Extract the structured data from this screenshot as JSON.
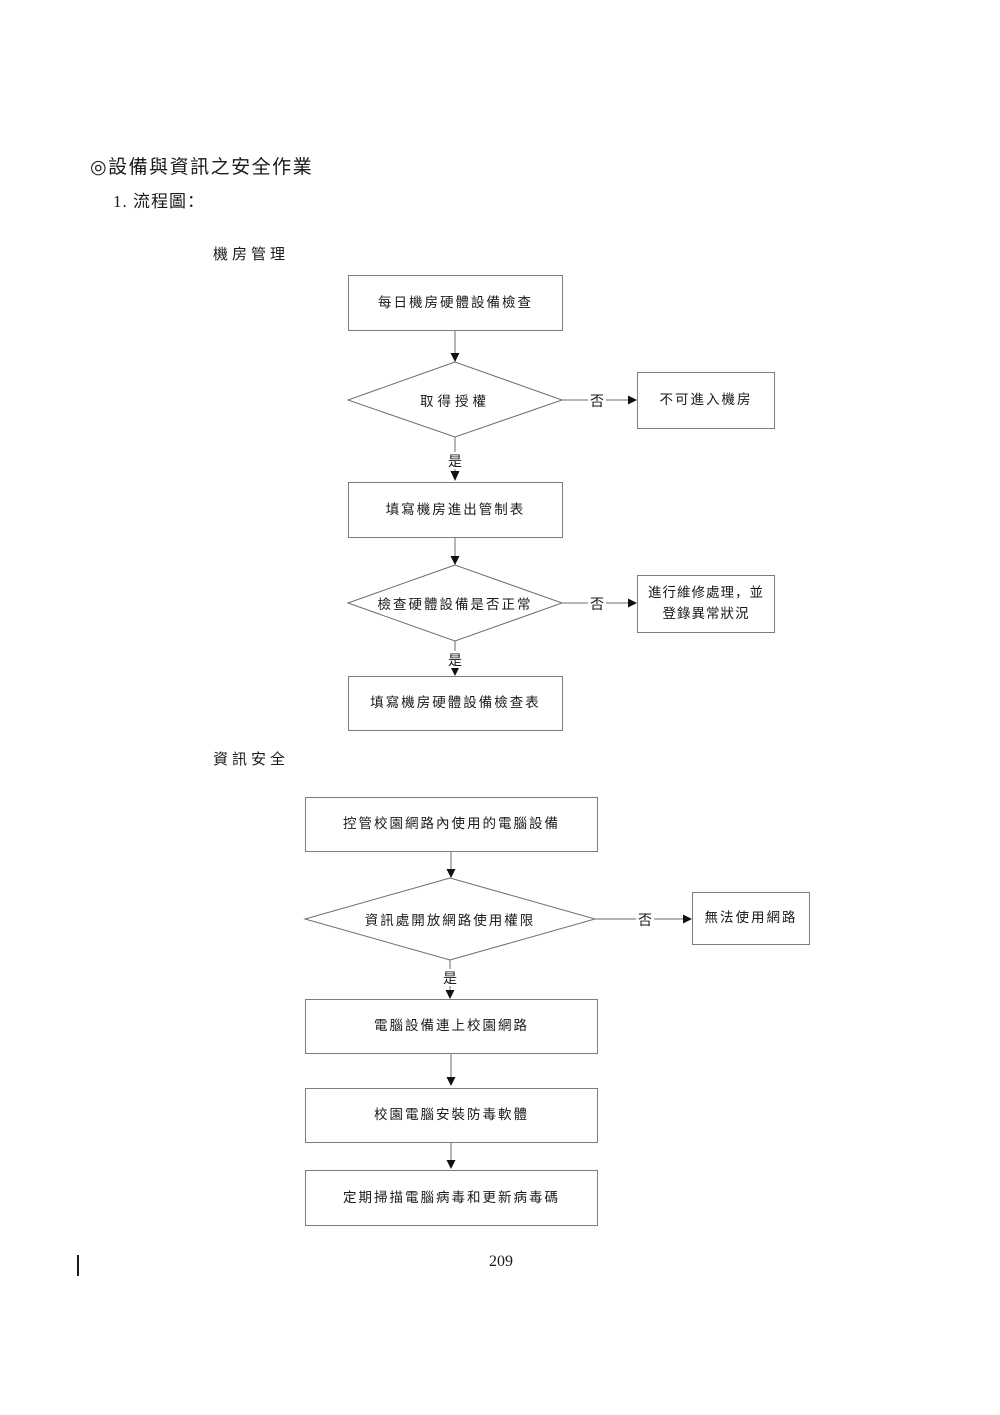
{
  "page": {
    "title": "◎設備與資訊之安全作業",
    "subtitle": "1. 流程圖：",
    "page_number": "209"
  },
  "flowchart": {
    "branch_labels": {
      "yes": "是",
      "no": "否"
    },
    "sections": [
      {
        "label": "機房管理",
        "steps": {
          "box1": "每日機房硬體設備檢查",
          "decision1": "取得授權",
          "decision1_no_result": "不可進入機房",
          "box2": "填寫機房進出管制表",
          "decision2": "檢查硬體設備是否正常",
          "decision2_no_result": "進行維修處理，並登錄異常狀況",
          "box3": "填寫機房硬體設備檢查表"
        }
      },
      {
        "label": "資訊安全",
        "steps": {
          "box1": "控管校園網路內使用的電腦設備",
          "decision1": "資訊處開放網路使用權限",
          "decision1_no_result": "無法使用網路",
          "box2": "電腦設備連上校園網路",
          "box3": "校園電腦安裝防毒軟體",
          "box4": "定期掃描電腦病毒和更新病毒碼"
        }
      }
    ]
  }
}
